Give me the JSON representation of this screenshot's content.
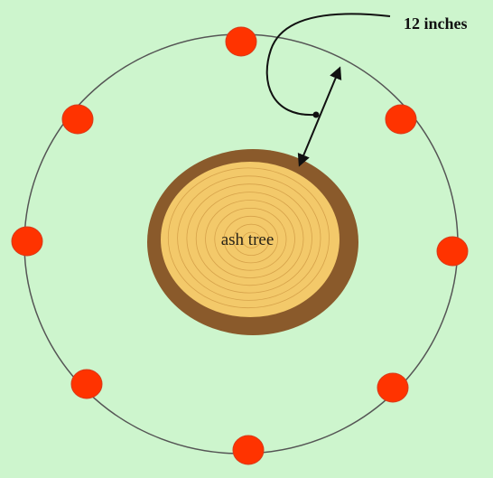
{
  "diagram": {
    "tree_label": "ash tree",
    "distance_label": "12 inches",
    "colors": {
      "background": "#cdf5cd",
      "ring": "#555555",
      "marker": "#ff3300",
      "marker_outline": "#d63a1a",
      "bark": "#8a5a2b",
      "wood": "#f3c96a",
      "growth_rings": "#d6a24a",
      "arrow": "#111111"
    },
    "markers": [
      {
        "name": "marker-top"
      },
      {
        "name": "marker-top-right"
      },
      {
        "name": "marker-right"
      },
      {
        "name": "marker-bottom-right"
      },
      {
        "name": "marker-bottom"
      },
      {
        "name": "marker-bottom-left"
      },
      {
        "name": "marker-left"
      },
      {
        "name": "marker-top-left"
      }
    ]
  }
}
